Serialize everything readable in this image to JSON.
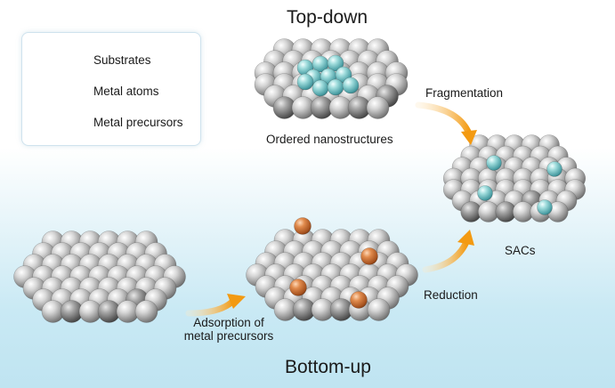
{
  "titles": {
    "top": "Top-down",
    "bottom": "Bottom-up"
  },
  "legend": {
    "items": [
      {
        "label": "Substrates"
      },
      {
        "label": "Metal atoms"
      },
      {
        "label": "Metal precursors"
      }
    ]
  },
  "labels": {
    "ordered": "Ordered nanostructures",
    "fragmentation": "Fragmentation",
    "sacs": "SACs",
    "reduction": "Reduction",
    "adsorption_line1": "Adsorption of",
    "adsorption_line2": "metal precursors"
  },
  "colors": {
    "substrate": "#a9a9a9",
    "metal_atom": "#7cc8c8",
    "metal_precursor": "#c9733a",
    "arrow": "#f5a21f"
  }
}
